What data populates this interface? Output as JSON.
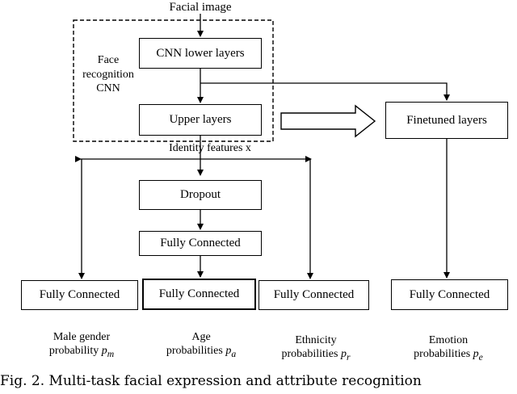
{
  "input_label": "Facial image",
  "group_label": [
    "Face",
    "recognition",
    "CNN"
  ],
  "boxes": {
    "cnn_lower": "CNN lower layers",
    "upper": "Upper layers",
    "finetuned": "Finetuned layers",
    "dropout": "Dropout",
    "fc_shared": "Fully Connected",
    "fc_gender": "Fully Connected",
    "fc_age": "Fully Connected",
    "fc_ethnicity": "Fully Connected",
    "fc_emotion": "Fully Connected"
  },
  "identity_label": "Identity features x",
  "outputs": {
    "gender": {
      "line1": "Male gender",
      "line2": "probability",
      "symbol": "p",
      "sub": "m"
    },
    "age": {
      "line1": "Age",
      "line2": "probabilities",
      "symbol": "p",
      "sub": "a"
    },
    "ethnicity": {
      "line1": "Ethnicity",
      "line2": "probabilities",
      "symbol": "p",
      "sub": "r"
    },
    "emotion": {
      "line1": "Emotion",
      "line2": "probabilities",
      "symbol": "p",
      "sub": "e"
    }
  },
  "caption": "Fig. 2. Multi-task facial expression and attribute recognition"
}
